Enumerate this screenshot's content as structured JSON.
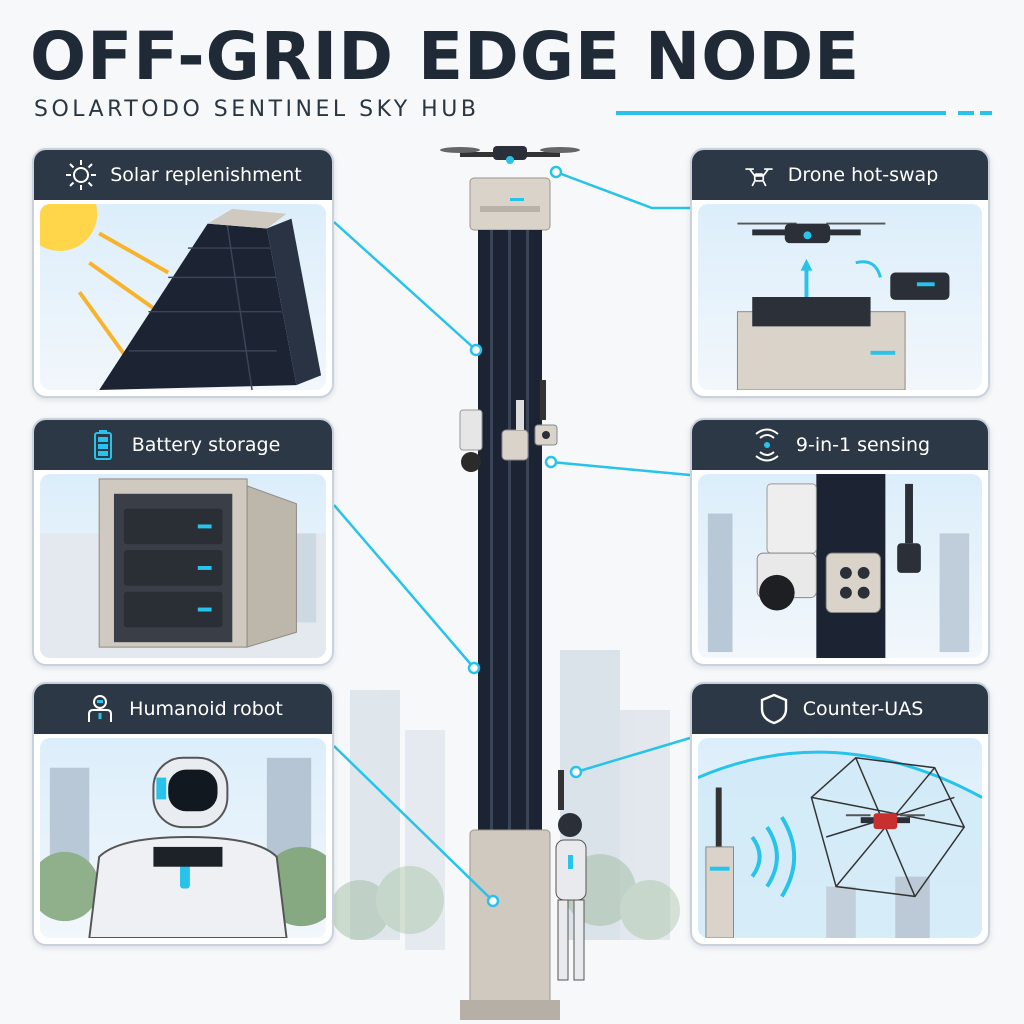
{
  "header": {
    "title": "OFF-GRID EDGE NODE",
    "subtitle": "SOLARTODO SENTINEL SKY HUB"
  },
  "panels": {
    "solar": {
      "label": "Solar replenishment",
      "icon": "sun-icon"
    },
    "battery": {
      "label": "Battery storage",
      "icon": "battery-icon"
    },
    "robot": {
      "label": "Humanoid robot",
      "icon": "robot-icon"
    },
    "drone": {
      "label": "Drone hot-swap",
      "icon": "drone-icon"
    },
    "sensing": {
      "label": "9-in-1 sensing",
      "icon": "signal-icon"
    },
    "uas": {
      "label": "Counter-UAS",
      "icon": "shield-icon"
    }
  },
  "colors": {
    "accent": "#27c3ea",
    "header_bar": "#2c3846",
    "title_text": "#1f2a36",
    "solar_panel": "#1c2333",
    "cabinet": "#cfc9bf"
  }
}
